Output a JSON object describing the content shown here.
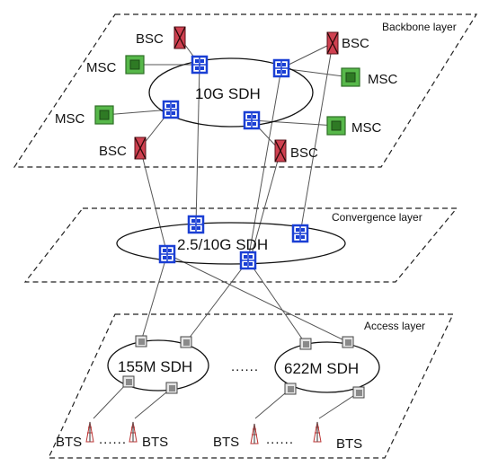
{
  "layers": {
    "backbone": "Backbone layer",
    "convergence": "Convergence layer",
    "access": "Access layer"
  },
  "rings": {
    "backbone": "10G SDH",
    "convergence": "2.5/10G SDH",
    "access_left": "155M SDH",
    "access_right": "622M SDH",
    "access_ellipsis": "......"
  },
  "nodes": {
    "bsc": "BSC",
    "msc": "MSC",
    "bts": "BTS",
    "bts_ellipsis": "......"
  },
  "colors": {
    "sdh_node": "#1a3fd4",
    "bsc_fill": "#d04050",
    "msc_fill": "#57b84a",
    "access_node": "#8a8a8a"
  }
}
